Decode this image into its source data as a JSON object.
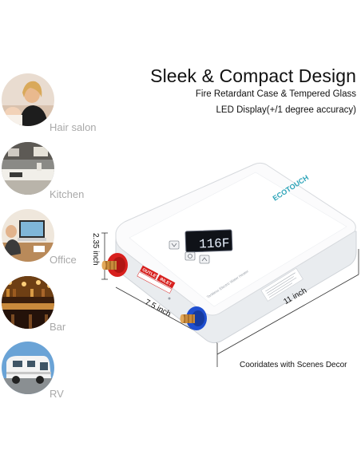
{
  "header": {
    "title": "Sleek & Compact Design",
    "feature_1": "Fire Retardant Case & Tempered Glass",
    "feature_2": "LED Display(+/1 degree accuracy)"
  },
  "scenes": [
    {
      "label": "Hair salon",
      "icon": "hair-salon-photo"
    },
    {
      "label": "Kitchen",
      "icon": "kitchen-photo"
    },
    {
      "label": "Office",
      "icon": "office-photo"
    },
    {
      "label": "Bar",
      "icon": "bar-photo"
    },
    {
      "label": "RV",
      "icon": "rv-photo"
    }
  ],
  "product": {
    "brand": "ECOTOUCH",
    "display_value": "116F",
    "outlet_label": "OUTLET",
    "inlet_label": "INLET",
    "panel_text": "Tankless Electric Water Heater",
    "colors": {
      "hot": "#d8201e",
      "cold": "#1f4fd0",
      "brass": "#c98b3c",
      "brand": "#2aa3b8"
    }
  },
  "dimensions": {
    "height": "2.35 inch",
    "width": "7.5 inch",
    "length": "11 inch"
  },
  "caption": "Cooridates with Scenes Decor"
}
